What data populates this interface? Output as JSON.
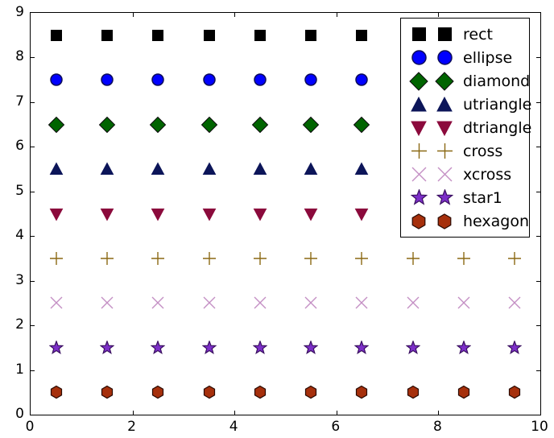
{
  "chart_data": {
    "type": "scatter",
    "title": "",
    "xlabel": "",
    "ylabel": "",
    "xlim": [
      0,
      10
    ],
    "ylim": [
      0,
      9
    ],
    "grid": false,
    "legend_position": "upper right",
    "xticks": [
      0,
      2,
      4,
      6,
      8,
      10
    ],
    "yticks": [
      0,
      1,
      2,
      3,
      4,
      5,
      6,
      7,
      8,
      9
    ],
    "xtick_labels": [
      "0",
      "2",
      "4",
      "6",
      "8",
      "10"
    ],
    "ytick_labels": [
      "0",
      "1",
      "2",
      "3",
      "4",
      "5",
      "6",
      "7",
      "8",
      "9"
    ],
    "series": [
      {
        "name": "rect",
        "marker": "square",
        "color": "#000000",
        "edge_color": "#000000",
        "size": 14,
        "y": 8.5,
        "x": [
          0.5,
          1.5,
          2.5,
          3.5,
          4.5,
          5.5,
          6.5
        ],
        "values": [
          8.5,
          8.5,
          8.5,
          8.5,
          8.5,
          8.5,
          8.5
        ]
      },
      {
        "name": "ellipse",
        "marker": "circle",
        "color": "#0000ff",
        "edge_color": "#0c0c5a",
        "size": 16,
        "y": 7.5,
        "x": [
          0.5,
          1.5,
          2.5,
          3.5,
          4.5,
          5.5,
          6.5
        ],
        "values": [
          7.5,
          7.5,
          7.5,
          7.5,
          7.5,
          7.5,
          7.5
        ]
      },
      {
        "name": "diamond",
        "marker": "diamond",
        "color": "#006400",
        "edge_color": "#0a0a0a",
        "size": 21,
        "y": 6.5,
        "x": [
          0.5,
          1.5,
          2.5,
          3.5,
          4.5,
          5.5,
          6.5
        ],
        "values": [
          6.5,
          6.5,
          6.5,
          6.5,
          6.5,
          6.5,
          6.5
        ]
      },
      {
        "name": "utriangle",
        "marker": "triangle-up",
        "color": "#0c1559",
        "edge_color": "#0c1559",
        "size": 17,
        "y": 5.5,
        "x": [
          0.5,
          1.5,
          2.5,
          3.5,
          4.5,
          5.5,
          6.5
        ],
        "values": [
          5.5,
          5.5,
          5.5,
          5.5,
          5.5,
          5.5,
          5.5
        ]
      },
      {
        "name": "dtriangle",
        "marker": "triangle-down",
        "color": "#8b0a3c",
        "edge_color": "#8b0a3c",
        "size": 17,
        "y": 4.5,
        "x": [
          0.5,
          1.5,
          2.5,
          3.5,
          4.5,
          5.5,
          6.5
        ],
        "values": [
          4.5,
          4.5,
          4.5,
          4.5,
          4.5,
          4.5,
          4.5
        ]
      },
      {
        "name": "cross",
        "marker": "plus",
        "color": "#8b6914",
        "edge_color": "#8b6914",
        "size": 18,
        "y": 3.5,
        "x": [
          0.5,
          1.5,
          2.5,
          3.5,
          4.5,
          5.5,
          6.5,
          7.5,
          8.5,
          9.5
        ],
        "values": [
          3.5,
          3.5,
          3.5,
          3.5,
          3.5,
          3.5,
          3.5,
          3.5,
          3.5,
          3.5
        ]
      },
      {
        "name": "xcross",
        "marker": "x",
        "color": "#c48fc4",
        "edge_color": "#c48fc4",
        "size": 18,
        "y": 2.5,
        "x": [
          0.5,
          1.5,
          2.5,
          3.5,
          4.5,
          5.5,
          6.5,
          7.5,
          8.5,
          9.5
        ],
        "values": [
          2.5,
          2.5,
          2.5,
          2.5,
          2.5,
          2.5,
          2.5,
          2.5,
          2.5,
          2.5
        ]
      },
      {
        "name": "star1",
        "marker": "star",
        "color": "#7c2fc8",
        "edge_color": "#3a1060",
        "size": 18,
        "y": 1.5,
        "x": [
          0.5,
          1.5,
          2.5,
          3.5,
          4.5,
          5.5,
          6.5,
          7.5,
          8.5,
          9.5
        ],
        "values": [
          1.5,
          1.5,
          1.5,
          1.5,
          1.5,
          1.5,
          1.5,
          1.5,
          1.5,
          1.5
        ]
      },
      {
        "name": "hexagon",
        "marker": "hexagon",
        "color": "#a6300c",
        "edge_color": "#2a0a02",
        "size": 17,
        "y": 0.5,
        "x": [
          0.5,
          1.5,
          2.5,
          3.5,
          4.5,
          5.5,
          6.5,
          7.5,
          8.5,
          9.5
        ],
        "values": [
          0.5,
          0.5,
          0.5,
          0.5,
          0.5,
          0.5,
          0.5,
          0.5,
          0.5,
          0.5
        ]
      }
    ]
  },
  "legend": {
    "entries": [
      {
        "label": "rect"
      },
      {
        "label": "ellipse"
      },
      {
        "label": "diamond"
      },
      {
        "label": "utriangle"
      },
      {
        "label": "dtriangle"
      },
      {
        "label": "cross"
      },
      {
        "label": "xcross"
      },
      {
        "label": "star1"
      },
      {
        "label": "hexagon"
      }
    ],
    "handle_count": 2
  },
  "colors": {
    "axis": "#000000",
    "background": "#ffffff",
    "legend_border": "#000000"
  }
}
